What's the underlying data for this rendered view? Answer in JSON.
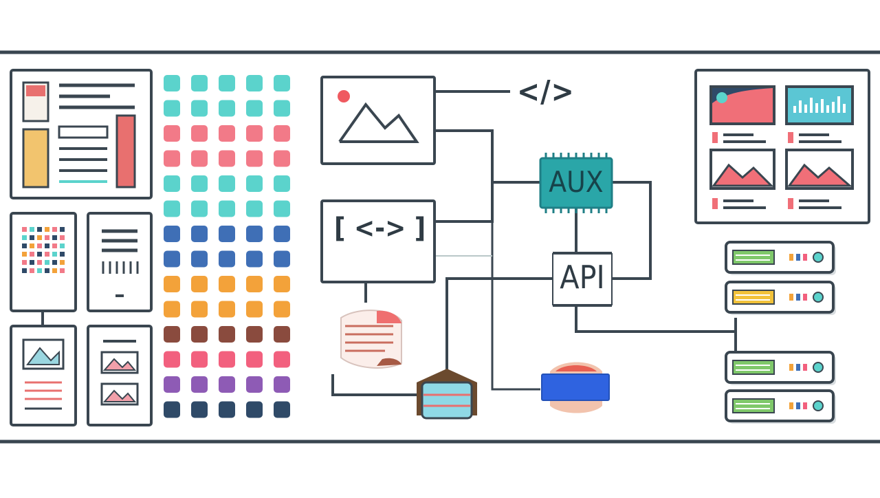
{
  "labels": {
    "code": "</>",
    "aux": "AUX",
    "api": "API",
    "bracket": "[ <-> ]"
  },
  "palette": {
    "teal": "#5bd3cc",
    "coral": "#f27a88",
    "blue": "#3f6fb6",
    "orange": "#f3a23a",
    "brown": "#8a4b3e",
    "pink": "#f2607e",
    "purple": "#8e5bb5",
    "navy": "#2f4a68",
    "line": "#3a4650",
    "aux_chip": "#2aa6a8",
    "server_green": "#7fc86a",
    "server_yellow": "#f2c23a"
  },
  "icons": {
    "left_panel": [
      "document-layout-icon",
      "color-grid-icon",
      "list-layout-icon",
      "image-card-icon",
      "gallery-card-icon"
    ],
    "swatch_grid": "color-swatch-grid",
    "center": [
      "image-placeholder-icon",
      "code-icon",
      "bracket-icon",
      "aux-chip-icon",
      "api-icon",
      "table-sketch-icon",
      "database-icon",
      "blue-bar-icon"
    ],
    "right": [
      "dashboard-icon",
      "server-stack-icon"
    ]
  }
}
